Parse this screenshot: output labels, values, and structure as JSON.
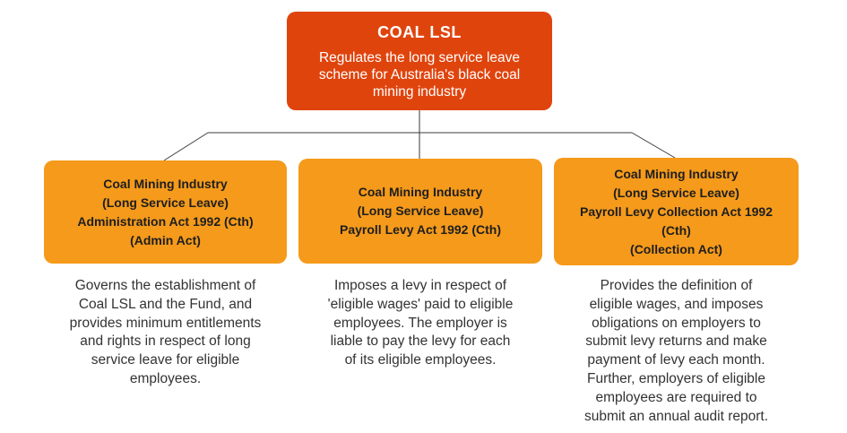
{
  "root": {
    "title": "COAL LSL",
    "description": [
      "Regulates the long service leave",
      "scheme for Australia's black coal",
      "mining industry"
    ]
  },
  "acts": [
    {
      "box_lines": [
        "Coal Mining Industry",
        "(Long Service Leave)",
        "Administration Act 1992 (Cth)",
        "(Admin Act)"
      ],
      "description": [
        "Governs the establishment of",
        "Coal LSL and the Fund, and",
        "provides minimum entitlements",
        "and rights in respect of long",
        "service leave for eligible",
        "employees."
      ]
    },
    {
      "box_lines": [
        "Coal Mining Industry",
        "(Long Service Leave)",
        "Payroll Levy Act 1992 (Cth)"
      ],
      "description": [
        "Imposes a levy in respect of",
        "'eligible wages' paid to eligible",
        "employees. The employer is",
        "liable to pay the levy for each",
        "of its eligible employees."
      ]
    },
    {
      "box_lines": [
        "Coal Mining Industry",
        "(Long Service Leave)",
        "Payroll Levy Collection Act 1992",
        "(Cth)",
        "(Collection Act)"
      ],
      "description": [
        "Provides the definition of",
        "eligible wages, and imposes",
        "obligations on employers to",
        "submit levy returns and make",
        "payment of levy each month.",
        "Further, employers of eligible",
        "employees are required to",
        "submit an annual audit report."
      ]
    }
  ],
  "colors": {
    "root_fill": "#e0440d",
    "child_fill": "#f59a1b",
    "connector": "#3a3a3a",
    "description_text": "#333333"
  }
}
